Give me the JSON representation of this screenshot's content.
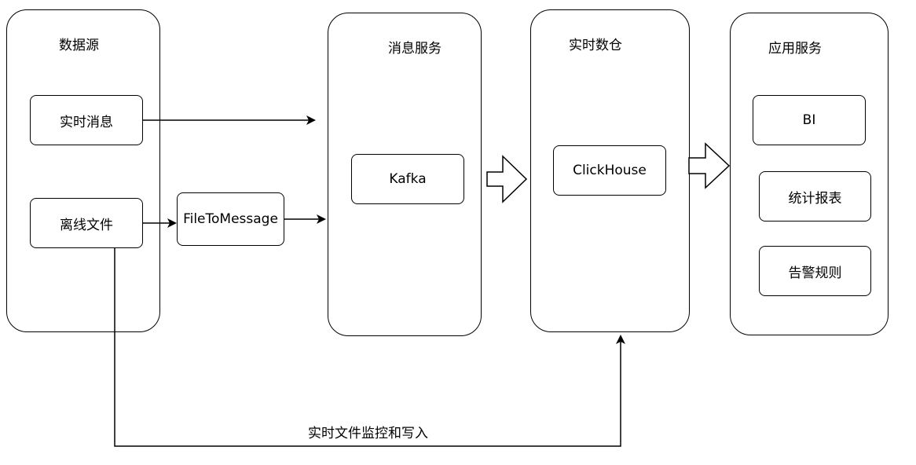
{
  "groups": {
    "data_source": {
      "title": "数据源"
    },
    "message_service": {
      "title": "消息服务"
    },
    "realtime_warehouse": {
      "title": "实时数仓"
    },
    "app_service": {
      "title": "应用服务"
    }
  },
  "nodes": {
    "realtime_message": "实时消息",
    "offline_file": "离线文件",
    "file_to_message": "FileToMessage",
    "kafka": "Kafka",
    "clickhouse": "ClickHouse",
    "bi": "BI",
    "stat_report": "统计报表",
    "alert_rule": "告警规则"
  },
  "edges": {
    "file_monitor_label": "实时文件监控和写入"
  },
  "colors": {
    "stroke": "#000000",
    "fill": "#ffffff"
  }
}
